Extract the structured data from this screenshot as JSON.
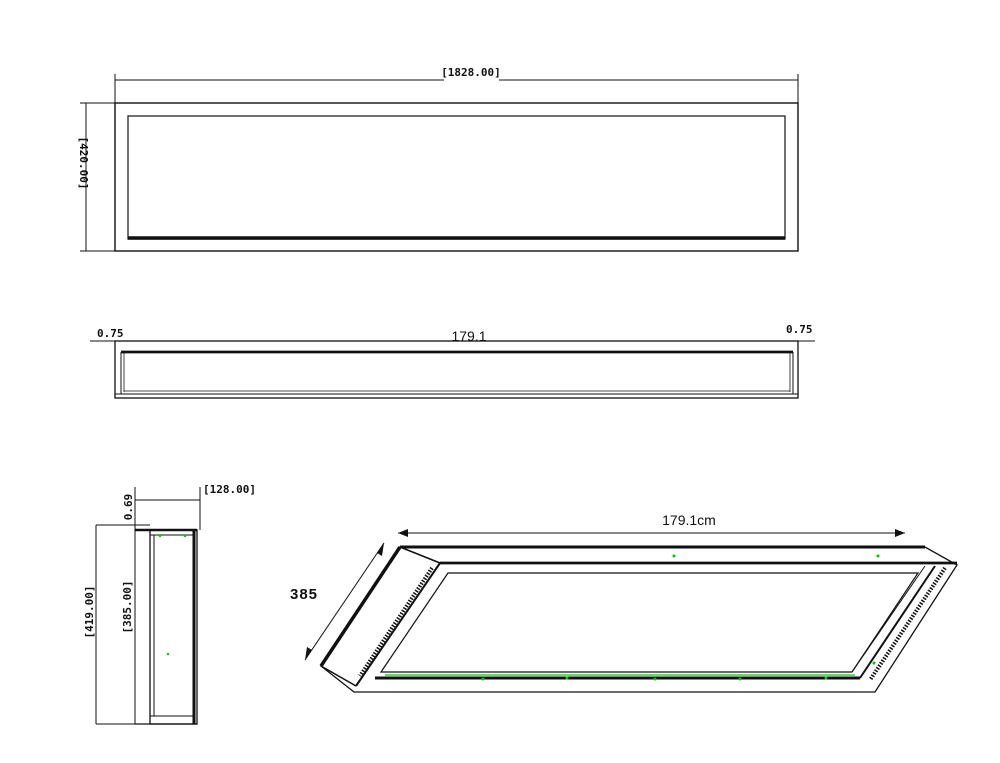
{
  "front_view": {
    "width_label": "[1828.00]",
    "height_label": "[420.00]"
  },
  "top_view": {
    "left_offset_label": "0.75",
    "length_label": "179.1",
    "right_offset_label": "0.75"
  },
  "side_view": {
    "depth_label": "[128.00]",
    "top_offset_label": "0.69",
    "overall_height_label": "[419.00]",
    "inner_height_label": "[385.00]"
  },
  "iso_view": {
    "length_label": "179.1cm",
    "depth_label": "385"
  },
  "colors": {
    "line": "#111111",
    "highlight": "#00c800"
  }
}
